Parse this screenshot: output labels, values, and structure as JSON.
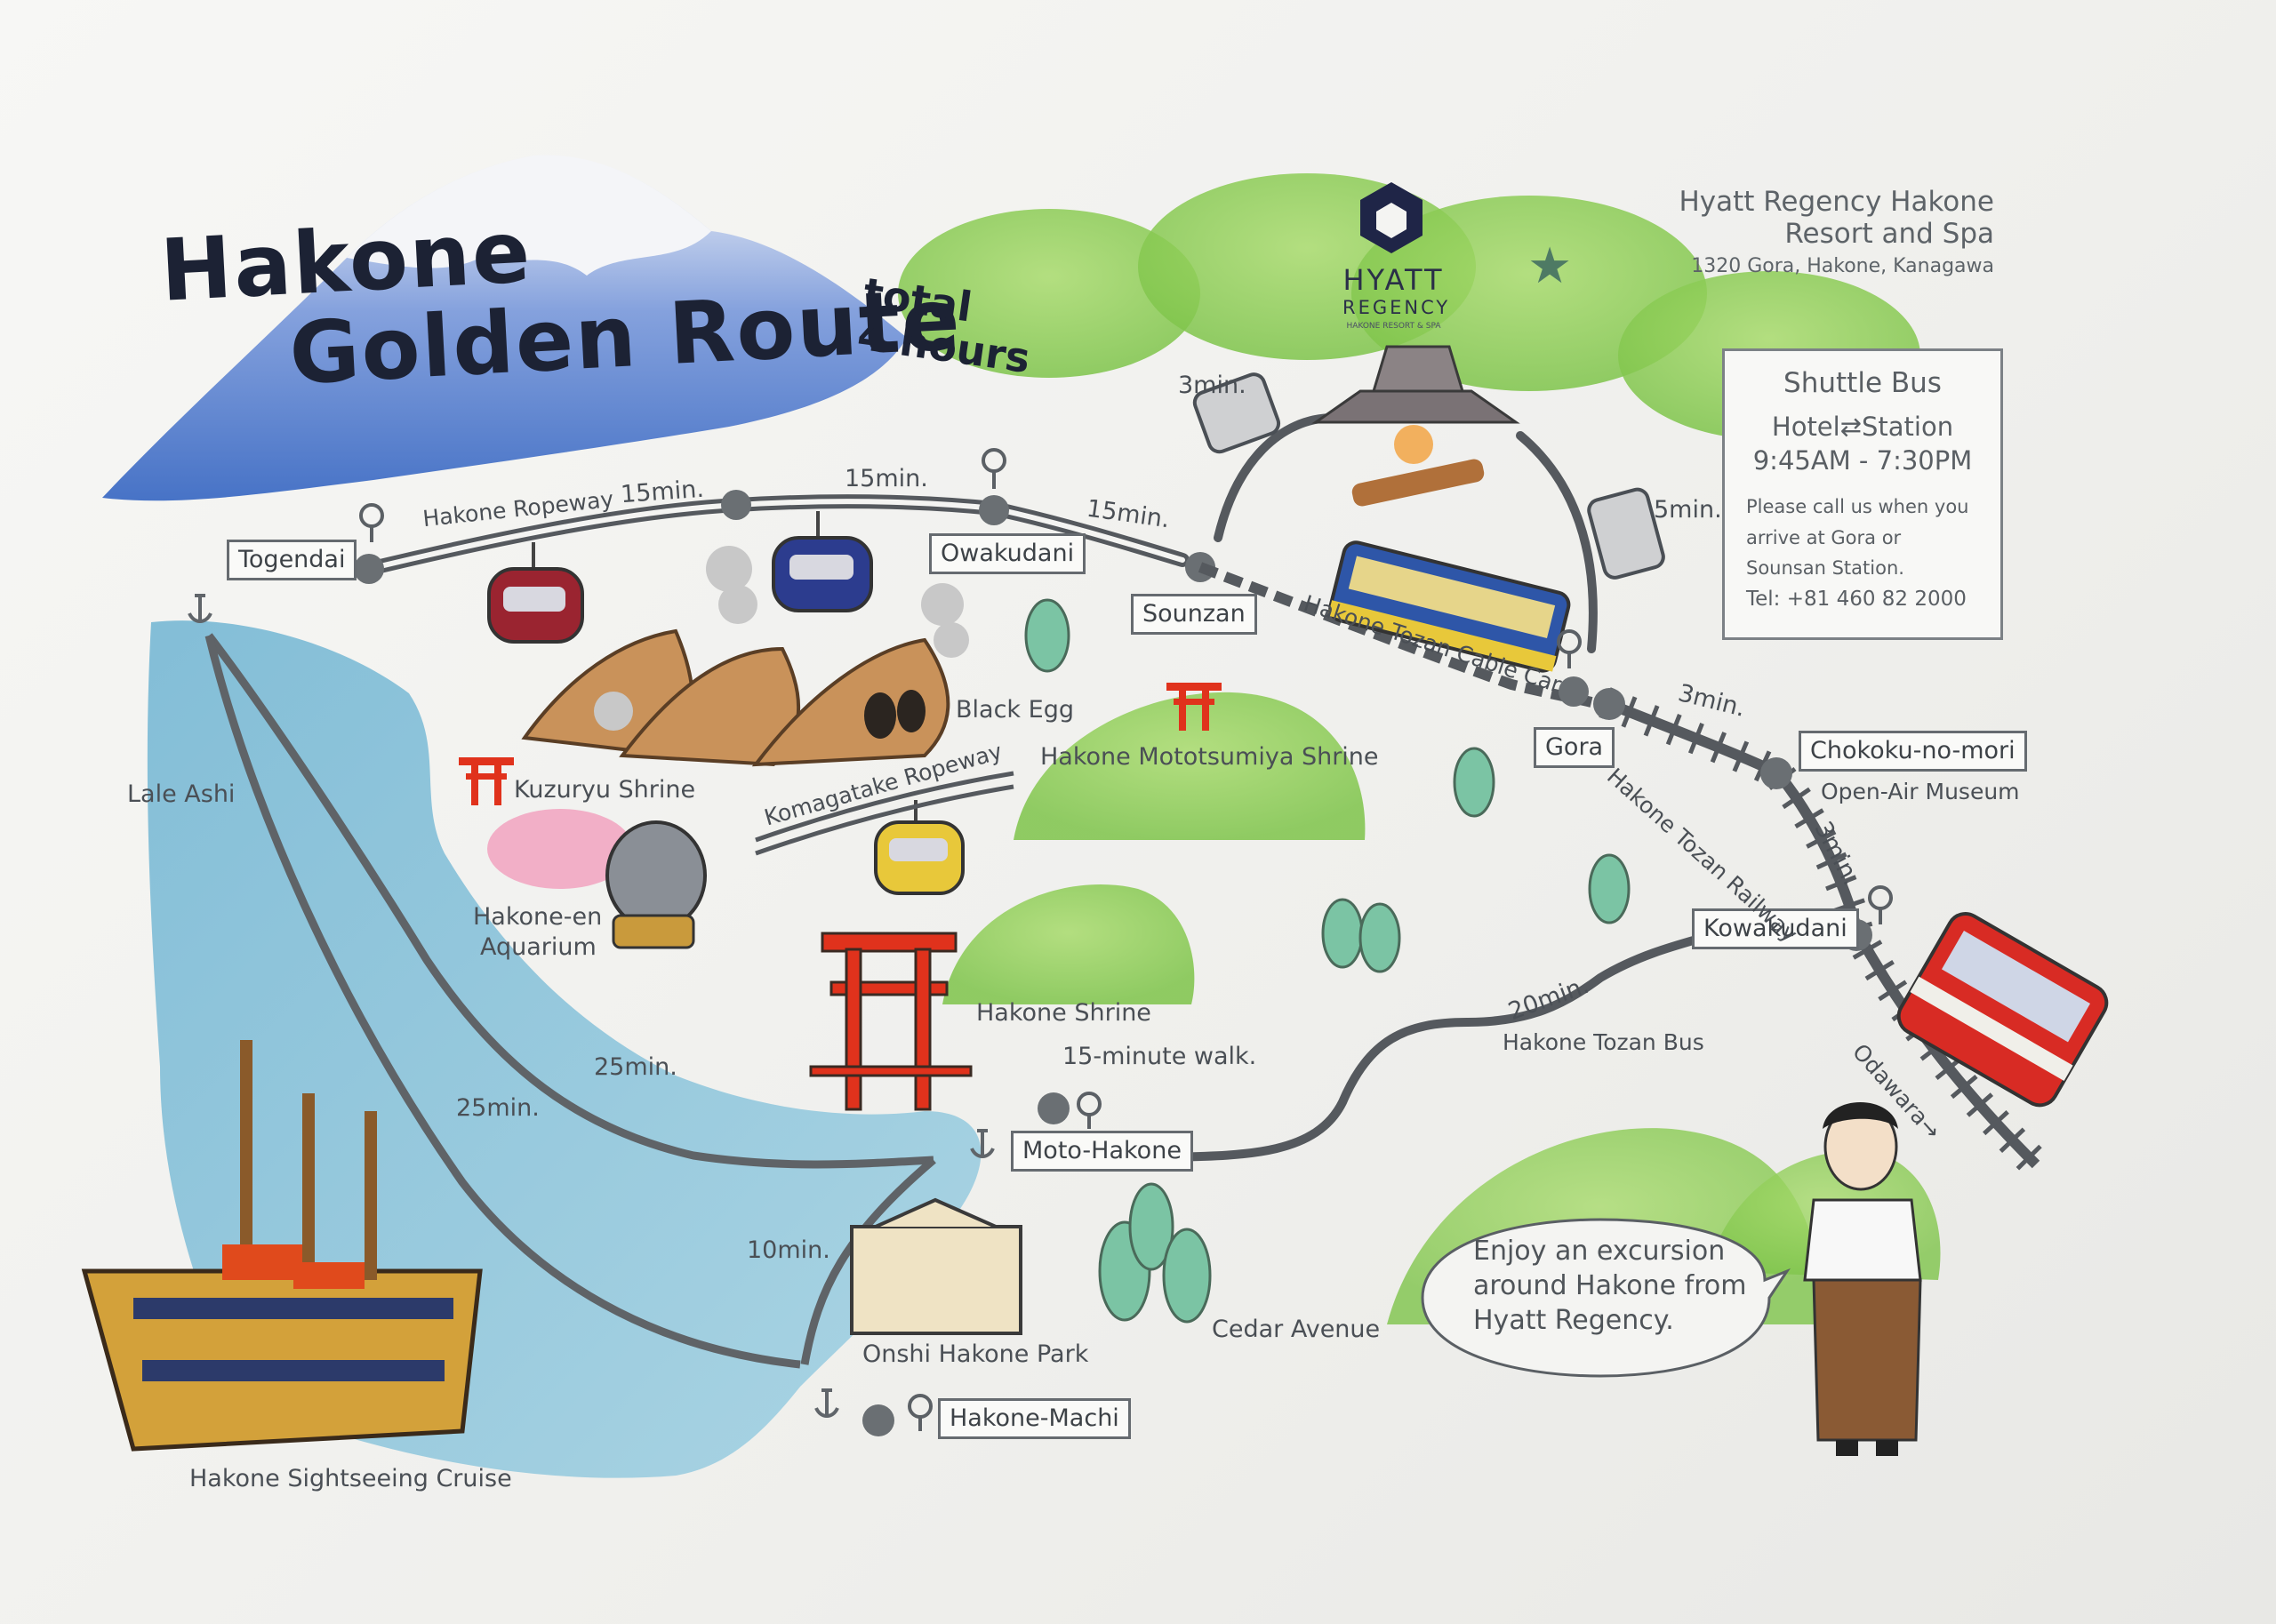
{
  "title": {
    "line1": "Hakone",
    "line2": "Golden Route"
  },
  "total": {
    "line1": "total",
    "line2": "4 hours"
  },
  "hotel": {
    "logo_word": "HYATT",
    "logo_word2": "REGENCY",
    "logo_sub": "HAKONE RESORT & SPA",
    "name_line1": "Hyatt Regency Hakone",
    "name_line2": "Resort and Spa",
    "address": "1320 Gora, Hakone, Kanagawa"
  },
  "shuttle": {
    "title": "Shuttle Bus",
    "route": "Hotel⇄Station",
    "hours": "9:45AM - 7:30PM",
    "note": "Please call us when you arrive at Gora or Sounsan Station.",
    "tel": "Tel: +81 460 82 2000"
  },
  "stations": {
    "togendai": "Togendai",
    "owakudani": "Owakudani",
    "sounzan": "Sounzan",
    "gora": "Gora",
    "chokoku": "Chokoku-no-mori",
    "kowakudani": "Kowakudani",
    "moto_hakone": "Moto-Hakone",
    "hakone_machi": "Hakone-Machi"
  },
  "labels": {
    "hakone_ropeway": "Hakone Ropeway",
    "komagatake_ropeway": "Komagatake Ropeway",
    "cable_car": "Hakone Tozan Cable Car",
    "railway": "Hakone Tozan Railway",
    "tozan_bus": "Hakone Tozan Bus",
    "lake": "Lale Ashi",
    "black_egg": "Black Egg",
    "kuzuryu": "Kuzuryu Shrine",
    "mototsumiya": "Hakone Mototsumiya Shrine",
    "aquarium_1": "Hakone-en",
    "aquarium_2": "Aquarium",
    "hakone_shrine": "Hakone Shrine",
    "walk": "15-minute walk.",
    "open_air": "Open-Air Museum",
    "odawara": "Odawara→",
    "onshi": "Onshi Hakone Park",
    "cedar": "Cedar Avenue",
    "cruise": "Hakone Sightseeing Cruise"
  },
  "times": {
    "rw1": "15min.",
    "rw2": "15min.",
    "rw3": "15min.",
    "bus_3": "3min.",
    "bus_5": "5min.",
    "gora_choko": "3min.",
    "choko_kowa": "3min.",
    "bus_20": "20min.",
    "cruise_25a": "25min.",
    "cruise_25b": "25min.",
    "cruise_10": "10min."
  },
  "bubble": {
    "line1": "Enjoy an excursion",
    "line2": "around Hakone from",
    "line3": "Hyatt Regency."
  },
  "colors": {
    "ink": "#1c2234",
    "route": "#55595e",
    "lake": "#7fbcd6",
    "hill": "#8ccc55",
    "mountain": "#4a73c8",
    "shrine": "#e0321c"
  }
}
